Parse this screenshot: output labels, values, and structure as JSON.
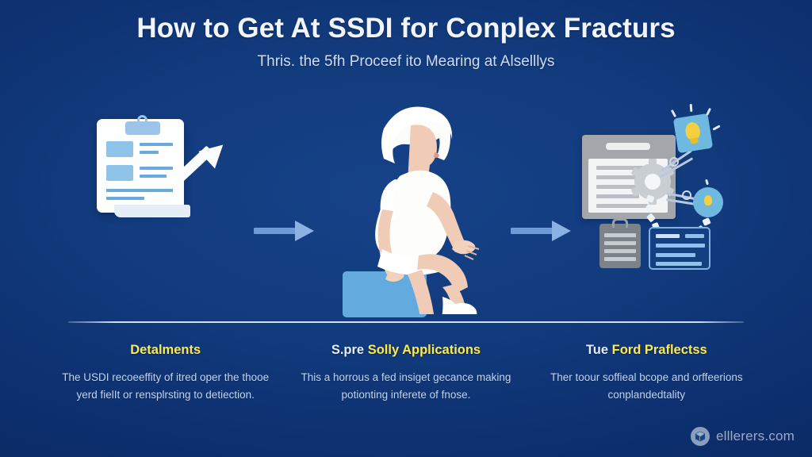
{
  "header": {
    "title": "How to Get  At SSDI for Conplex Fracturs",
    "subtitle": "Thris. the 5fh Proceef ito Mearing at Alselllys"
  },
  "illustration": {
    "left_icon": "clipboard-with-growth-arrow",
    "center_icon": "seated-woman-with-leg-brace",
    "right_icon": "document-gear-idea-network",
    "arrow_1": "arrow-right-icon",
    "arrow_2": "arrow-right-icon"
  },
  "columns": [
    {
      "heading_prefix": "",
      "heading": "Detalments",
      "body": "The USDI recoeeffity of itred oper the thooe yerd fielIt or rensplrsting to detiection."
    },
    {
      "heading_prefix": "S.pre ",
      "heading": "Solly Applications",
      "body": "This a horrous a fed insiget gecance making potionting inferete of fnose."
    },
    {
      "heading_prefix": "Tue ",
      "heading": "Ford Praflectss",
      "body": "Ther toour soffieal bcope and orffeerions conplandedtality"
    }
  ],
  "watermark": {
    "icon": "cube-logo-icon",
    "text": "elllerers.com"
  },
  "colors": {
    "background_deep": "#0a2a63",
    "background_mid": "#123b7d",
    "accent_yellow": "#ffe94a",
    "accent_blue": "#63abde",
    "arrow_blue": "#8ab2e2",
    "body_text": "#c4d4ec",
    "title_text": "#f2f6fc"
  }
}
